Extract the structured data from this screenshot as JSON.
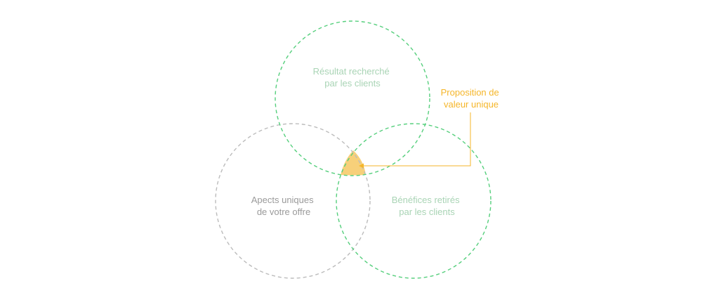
{
  "colors": {
    "green": "#56cf7d",
    "green_text": "#a9d4b5",
    "gray": "#bcbcbc",
    "gray_text": "#9a9a9a",
    "accent": "#f5b62a",
    "accent_fill": "#f7d07a"
  },
  "circles": {
    "top": {
      "line1": "Résultat recherché",
      "line2": "par les clients"
    },
    "left": {
      "line1": "Apects uniques",
      "line2": "de votre offre"
    },
    "right": {
      "line1": "Bénéfices retirés",
      "line2": "par les clients"
    }
  },
  "callout": {
    "line1": "Proposition de",
    "line2": "valeur unique"
  }
}
